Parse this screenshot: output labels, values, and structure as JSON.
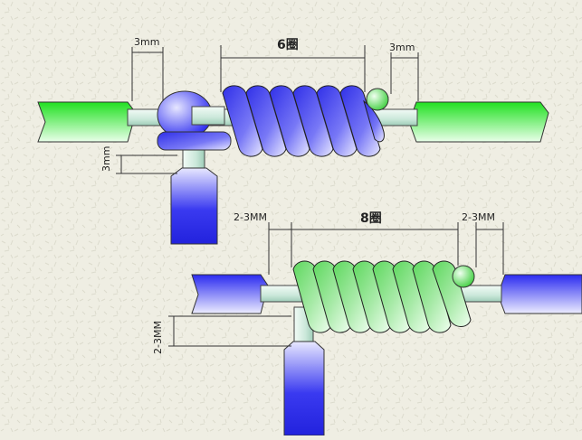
{
  "top": {
    "gap_left": "3mm",
    "turns": "6圈",
    "gap_right": "3mm",
    "gap_vertical": "3mm"
  },
  "bottom": {
    "gap_left": "2-3MM",
    "turns": "8圈",
    "gap_right": "2-3MM",
    "gap_vertical": "2-3MM"
  },
  "colors": {
    "green": "#39e639",
    "blue": "#2d2df2",
    "wire": "#d7efe4",
    "background": "#efeee3"
  }
}
